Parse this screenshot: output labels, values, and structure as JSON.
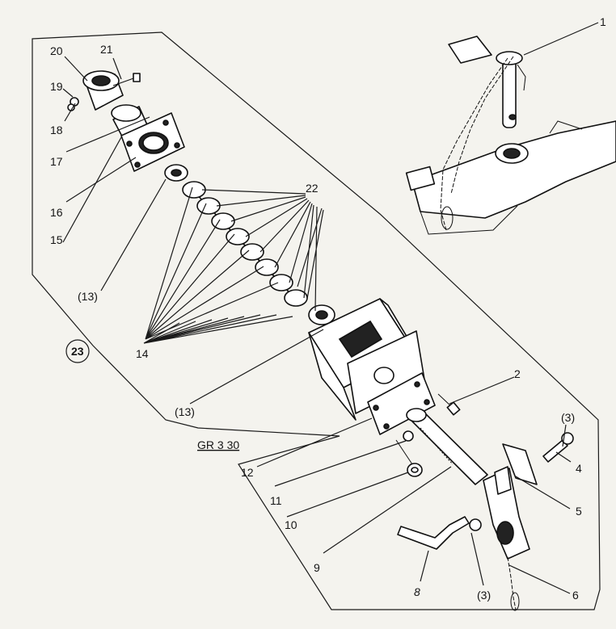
{
  "diagram": {
    "labels": {
      "l1": "1",
      "l2": "2",
      "l3a": "(3)",
      "l3b": "(3)",
      "l4": "4",
      "l5": "5",
      "l6": "6",
      "l8": "8",
      "l9": "9",
      "l10": "10",
      "l11": "11",
      "l12": "12",
      "l13a": "(13)",
      "l13b": "(13)",
      "l14": "14",
      "l15": "15",
      "l16": "16",
      "l17": "17",
      "l18": "18",
      "l19": "19",
      "l20": "20",
      "l21": "21",
      "l22": "22",
      "l23": "23",
      "ref": "GR 3 30"
    }
  }
}
